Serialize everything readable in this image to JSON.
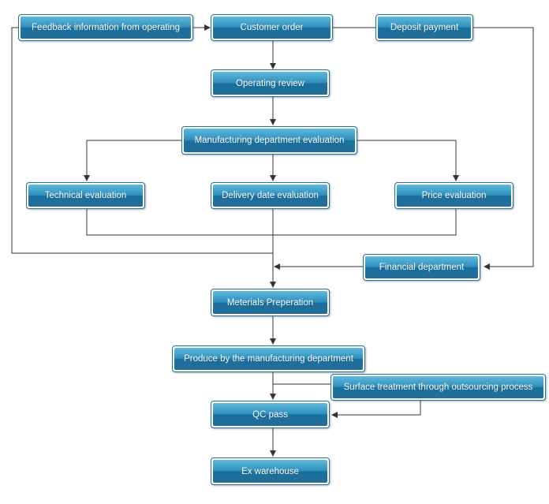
{
  "nodes": {
    "feedback": "Feedback information from operating",
    "customer_order": "Customer order",
    "deposit_payment": "Deposit payment",
    "operating_review": "Operating review",
    "manufacturing_evaluation": "Manufacturing department evaluation",
    "technical_evaluation": "Technical evaluation",
    "delivery_date_evaluation": "Delivery date evaluation",
    "price_evaluation": "Price evaluation",
    "financial_department": "Financial department",
    "materials_preparation": "Meterials Preperation",
    "produce": "Produce by the manufacturing department",
    "surface_treatment": "Surface treatment through outsourcing process",
    "qc_pass": "QC pass",
    "ex_warehouse": "Ex warehouse"
  },
  "colors": {
    "box_gradient_top": "#5fb9dd",
    "box_gradient_bottom": "#1a6f9f",
    "box_border": "#2b6f93",
    "connector": "#333333",
    "text": "#ffffff"
  }
}
